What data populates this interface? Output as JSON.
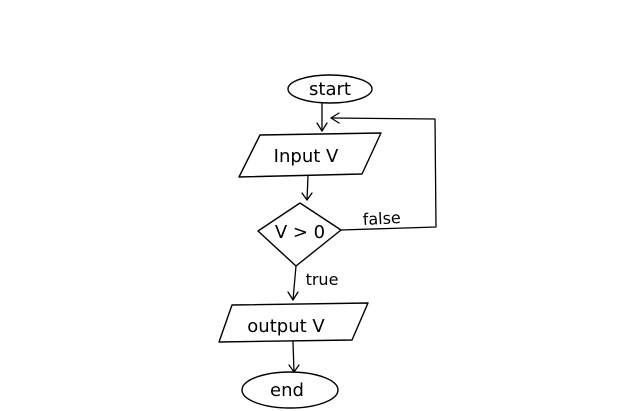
{
  "diagram": {
    "nodes": {
      "start": {
        "label": "start",
        "shape": "ellipse"
      },
      "input": {
        "label": "Input V",
        "shape": "parallelogram"
      },
      "decision": {
        "label": "V > 0",
        "shape": "diamond"
      },
      "output": {
        "label": "output V",
        "shape": "parallelogram"
      },
      "end": {
        "label": "end",
        "shape": "ellipse"
      }
    },
    "edges": {
      "start_to_input": {
        "from": "start",
        "to": "input",
        "label": ""
      },
      "input_to_decision": {
        "from": "input",
        "to": "decision",
        "label": ""
      },
      "decision_true": {
        "from": "decision",
        "to": "output",
        "label": "true"
      },
      "decision_false": {
        "from": "decision",
        "to": "input",
        "label": "false"
      },
      "output_to_end": {
        "from": "output",
        "to": "end",
        "label": ""
      }
    },
    "colors": {
      "stroke": "#000000",
      "background": "#ffffff"
    }
  }
}
